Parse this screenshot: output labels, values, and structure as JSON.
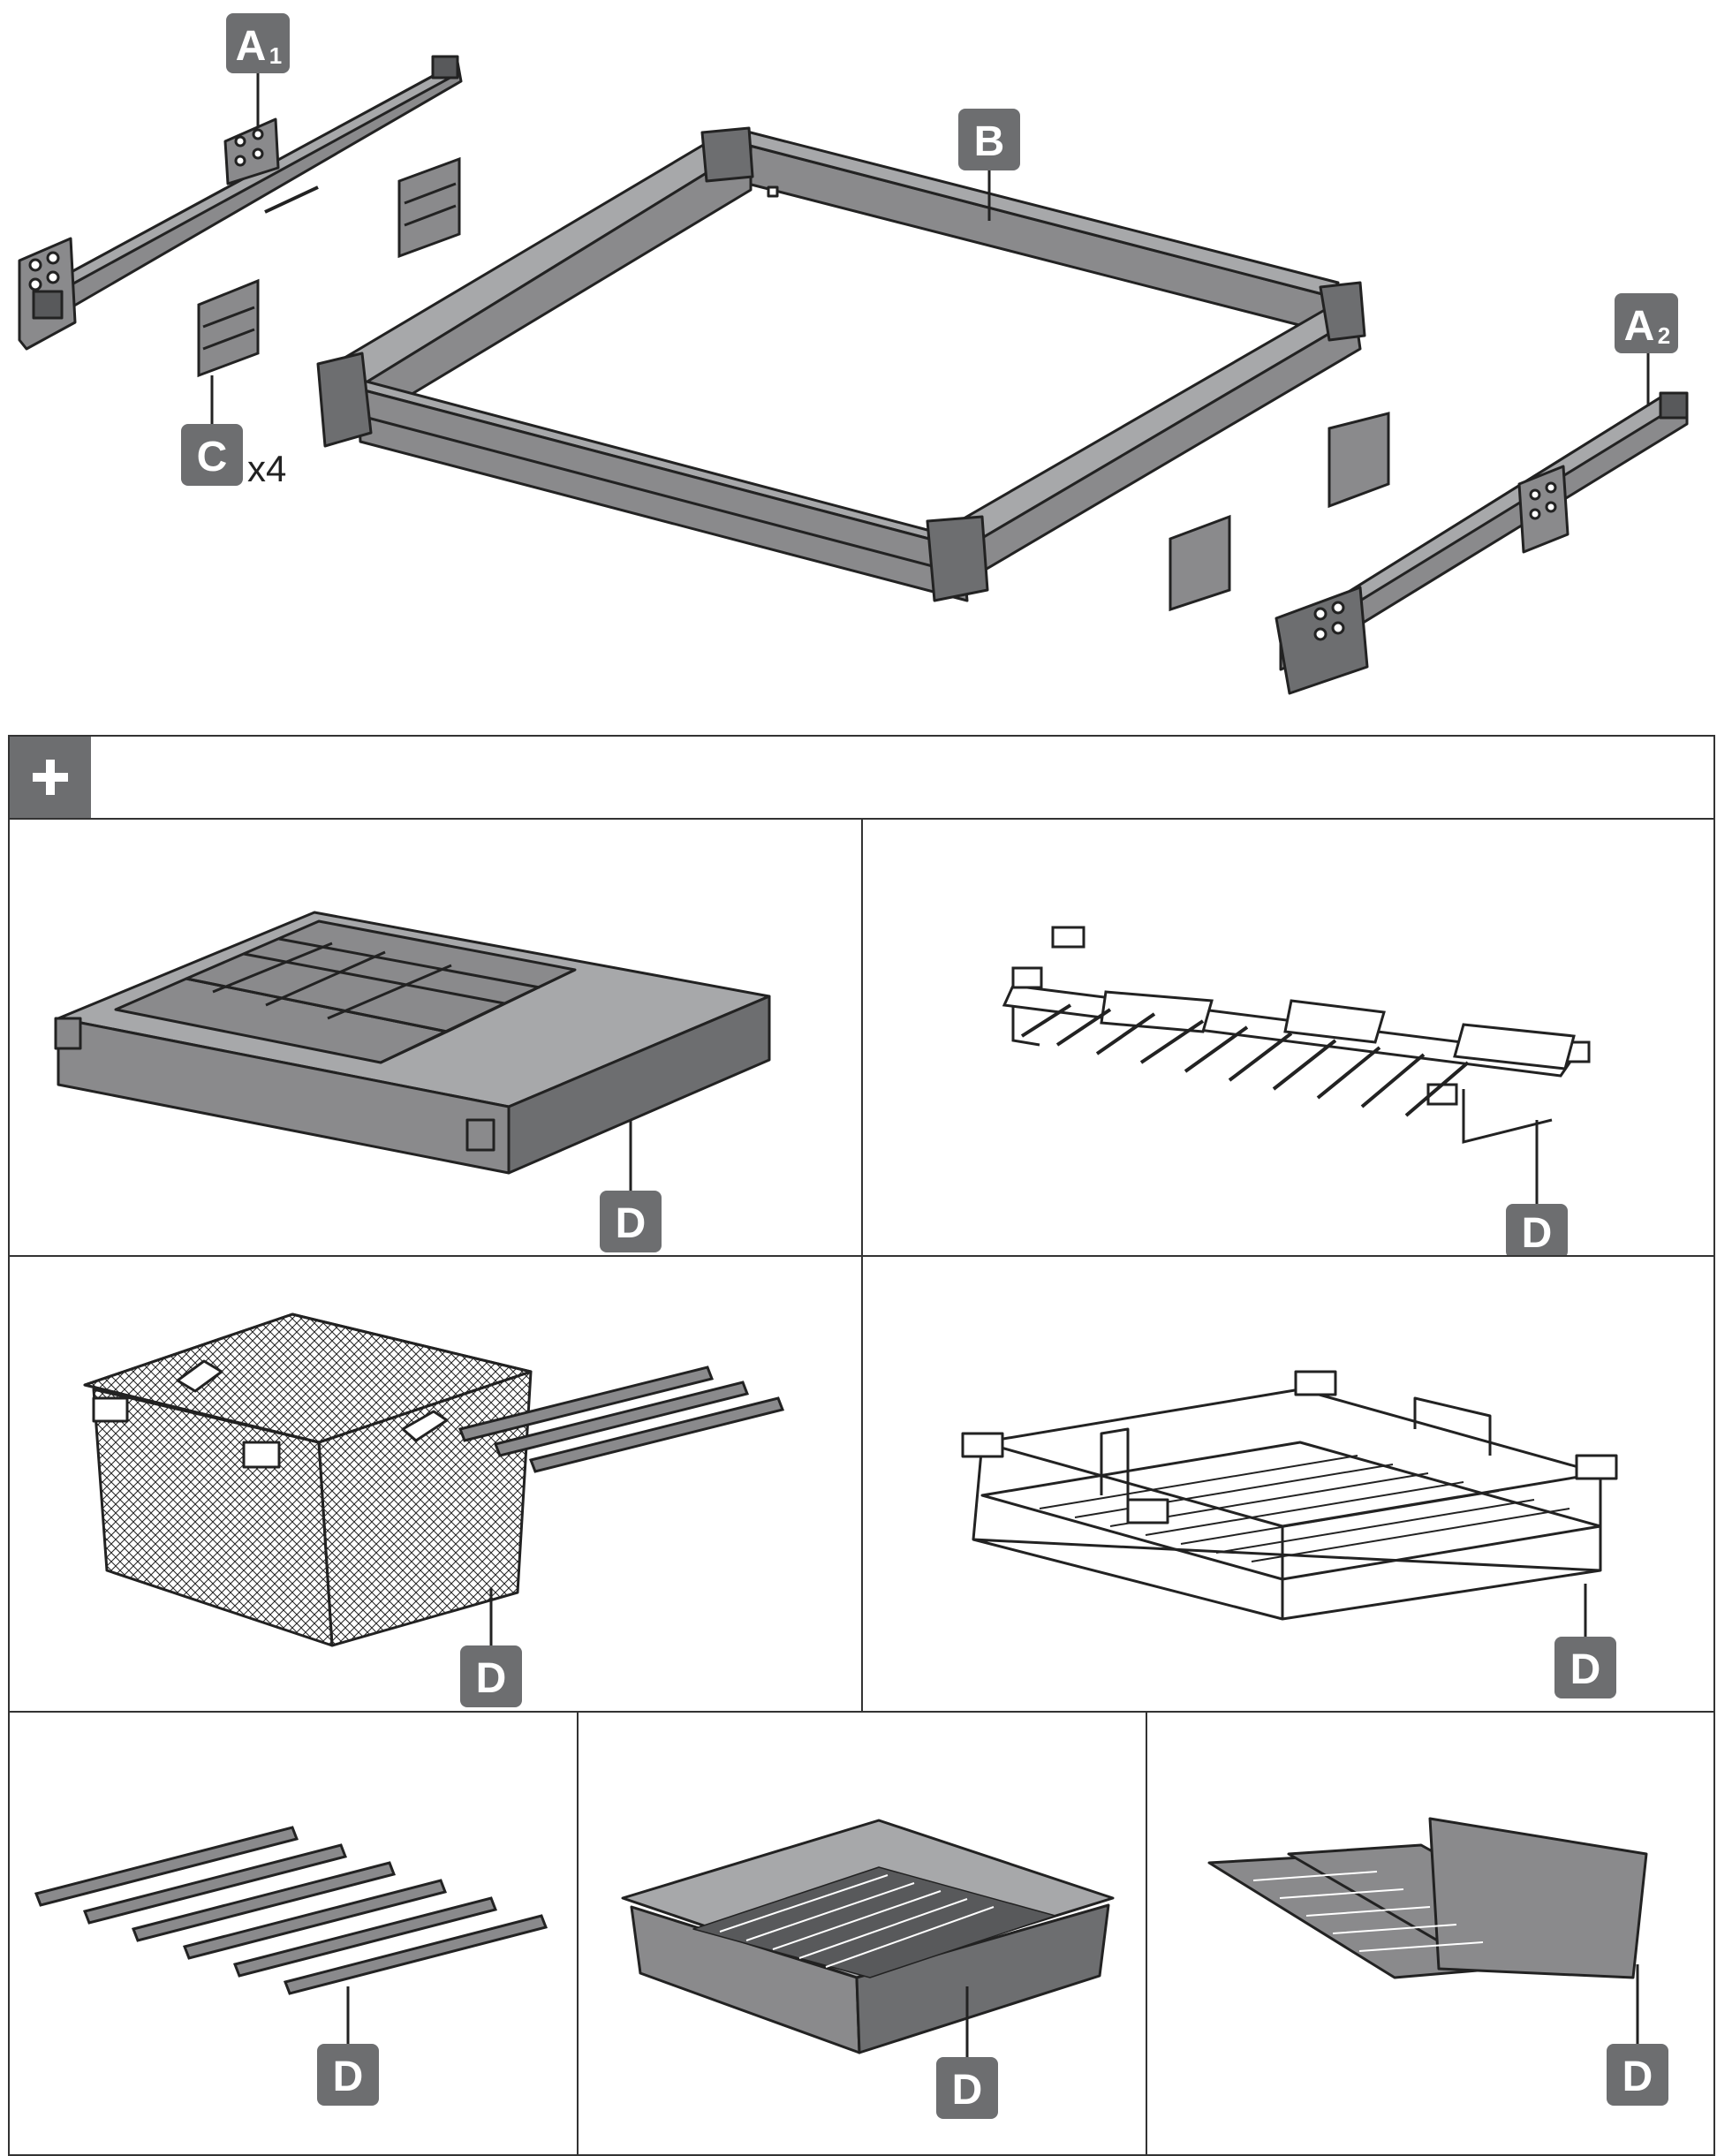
{
  "labels": {
    "a1_letter": "A",
    "a1_sub": "1",
    "a2_letter": "A",
    "a2_sub": "2",
    "b": "B",
    "c": "C",
    "c_qty": "x4",
    "d": "D"
  },
  "accessories_header_symbol": "+",
  "colors": {
    "label_box": "#6d6e70",
    "part_fill": "#8a8a8c",
    "part_dark": "#58595b",
    "line": "#222222",
    "wire_fill": "#ffffff"
  },
  "icons": {
    "plus": "plus-icon"
  }
}
